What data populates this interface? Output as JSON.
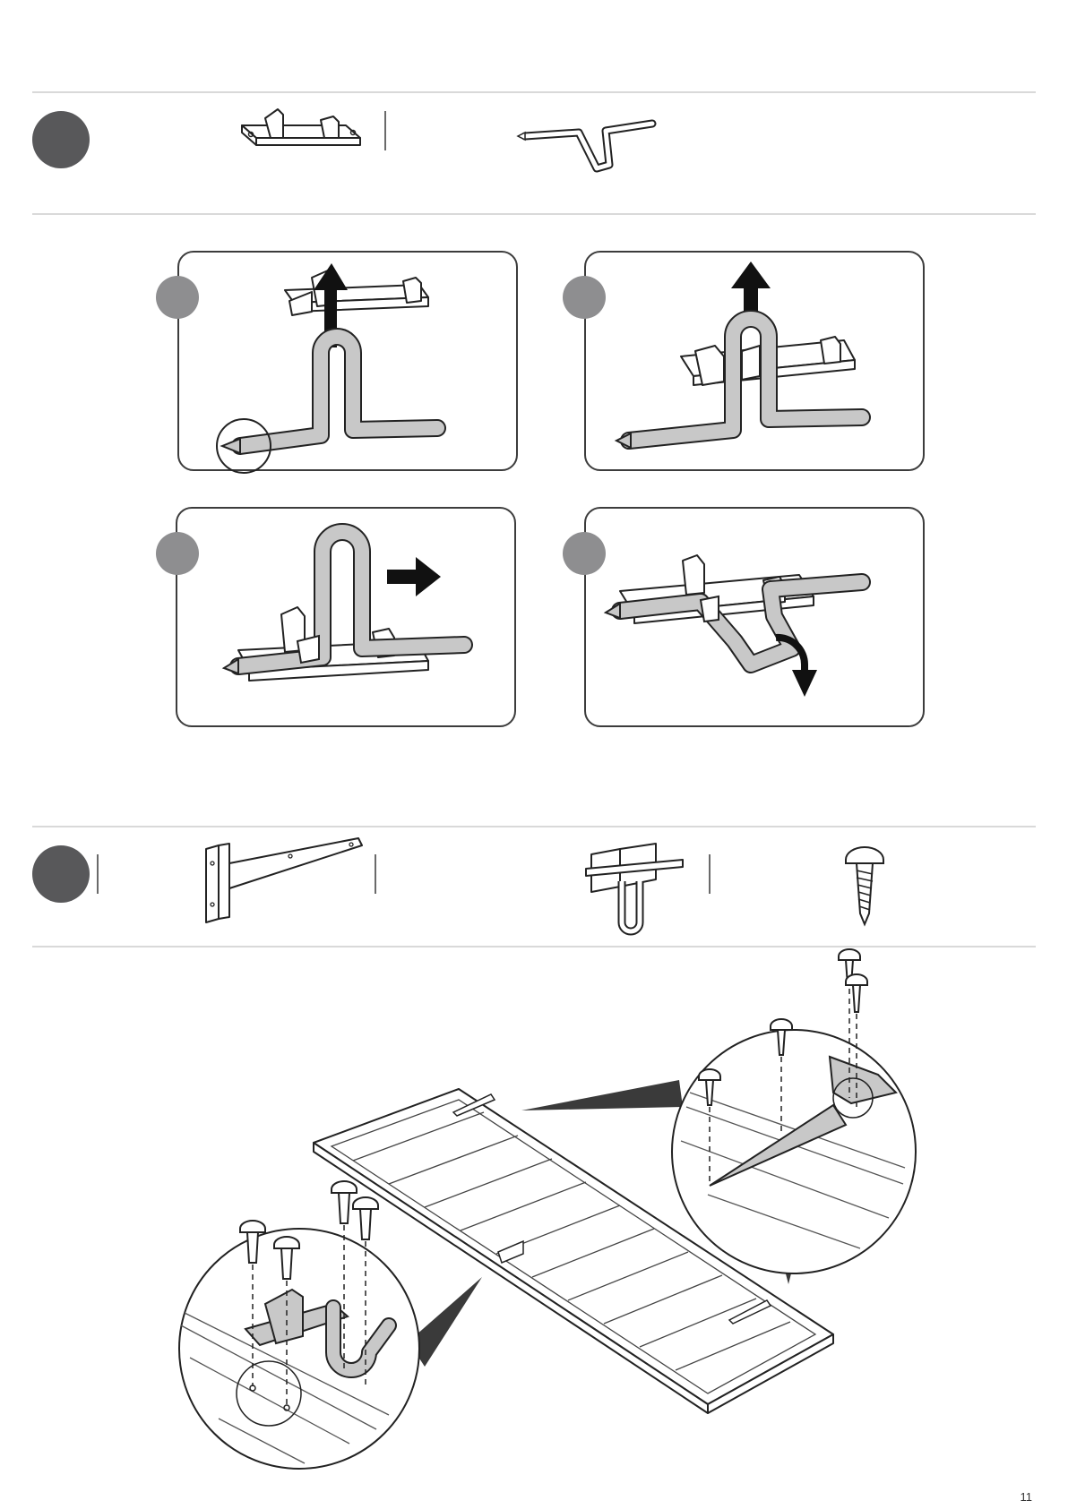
{
  "document": {
    "steps": [
      {
        "id": "step-a",
        "parts": [
          {
            "icon": "bolt-latch-base-icon"
          },
          {
            "icon": "bolt-latch-rod-icon"
          }
        ],
        "panels": [
          {
            "icon": "insert-rod-up-icon"
          },
          {
            "icon": "push-rod-through-icon"
          },
          {
            "icon": "slide-rod-right-icon"
          },
          {
            "icon": "rotate-rod-down-icon"
          }
        ]
      },
      {
        "id": "step-b",
        "parts": [
          {
            "icon": "tee-hinge-icon"
          },
          {
            "icon": "gate-bolt-latch-icon"
          },
          {
            "icon": "pan-head-screw-icon"
          }
        ],
        "illustration": {
          "icon": "door-panel-hinge-latch-install-icon"
        }
      }
    ],
    "page_number": "11"
  }
}
